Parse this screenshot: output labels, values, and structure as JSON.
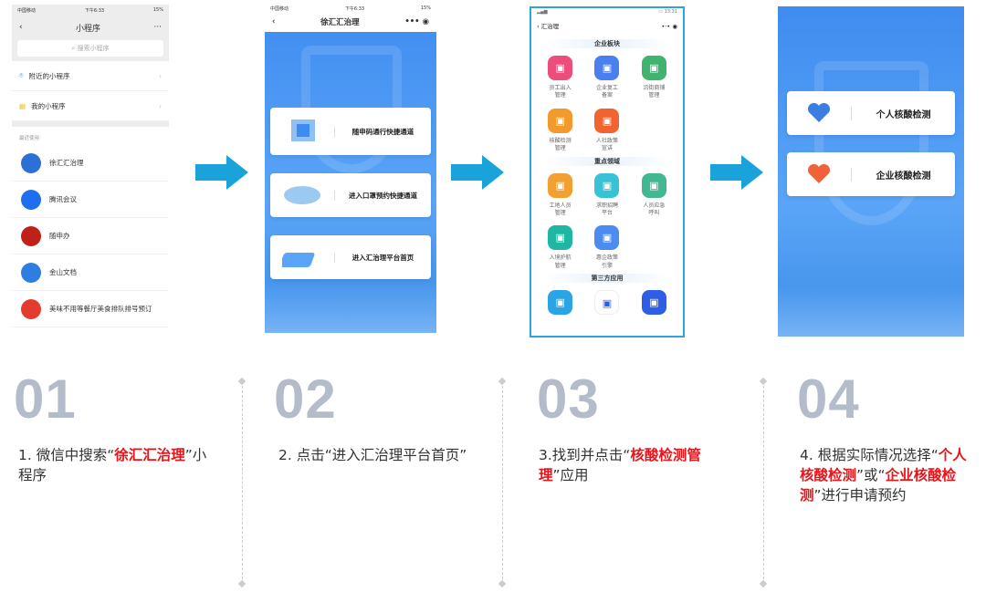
{
  "panel1": {
    "status": {
      "carrier": "中国移动",
      "time": "下午6:33",
      "battery": "15%"
    },
    "title": "小程序",
    "more": "···",
    "search_placeholder": "搜索小程序",
    "nearby": "附近的小程序",
    "mine": "我的小程序",
    "recent_label": "最近使用",
    "apps": [
      {
        "name": "徐汇汇治理",
        "color": "#2c6fd6"
      },
      {
        "name": "腾讯会议",
        "color": "#1f6ef0"
      },
      {
        "name": "随申办",
        "color": "#c0201a"
      },
      {
        "name": "金山文档",
        "color": "#2f7de1"
      },
      {
        "name": "美味不用等餐厅美食排队排号预订",
        "color": "#e33b2e"
      }
    ]
  },
  "panel2": {
    "status": {
      "carrier": "中国移动",
      "time": "下午6:33",
      "battery": "15%"
    },
    "title": "徐汇汇治理",
    "cards": [
      "随申码通行快捷通道",
      "进入口罩预约快捷通道",
      "进入汇治理平台首页"
    ]
  },
  "panel3": {
    "title": "汇治理",
    "time": "13:31",
    "sections": [
      {
        "title": "企业板块",
        "items": [
          {
            "label": "员工出入\n管理",
            "color": "#ec4d7a"
          },
          {
            "label": "企业复工\n备案",
            "color": "#4a7ff0"
          },
          {
            "label": "沿街商铺\n管理",
            "color": "#3fb36f"
          },
          {
            "label": "核酸检测\n管理",
            "color": "#f39a2c"
          },
          {
            "label": "人社政策\n宣讲",
            "color": "#f2642f"
          }
        ]
      },
      {
        "title": "重点领域",
        "items": [
          {
            "label": "工地人员\n管理",
            "color": "#f3a033"
          },
          {
            "label": "求职招聘\n平台",
            "color": "#37c3d4"
          },
          {
            "label": "人员应急\n呼叫",
            "color": "#41b891"
          },
          {
            "label": "入境护航\n管理",
            "color": "#1fb7a3"
          },
          {
            "label": "惠企政策\n引擎",
            "color": "#4c8bef"
          }
        ]
      },
      {
        "title": "第三方应用",
        "items": [
          {
            "label": "",
            "color": "#2ba4e6"
          },
          {
            "label": "",
            "color": "#ffffff"
          },
          {
            "label": "",
            "color": "#2f5ee6"
          }
        ]
      }
    ]
  },
  "panel4": {
    "cards": [
      {
        "label": "个人核酸检测",
        "color": "#3b7de0"
      },
      {
        "label": "企业核酸检测",
        "color": "#f0633a"
      }
    ]
  },
  "steps": [
    {
      "num": "01",
      "pre": "1. 微信中搜索“",
      "hl": "徐汇汇治理",
      "post": "”小程序"
    },
    {
      "num": "02",
      "pre": "2. 点击“进入汇治理平台首页”",
      "hl": "",
      "post": ""
    },
    {
      "num": "03",
      "pre": "3.找到并点击“",
      "hl": "核酸检测管理",
      "post": "”应用"
    },
    {
      "num": "04",
      "pre": "4. 根据实际情况选择“",
      "hl": "个人核酸检测",
      "mid": "”或“",
      "hl2": "企业核酸检测",
      "post": "”进行申请预约"
    }
  ],
  "colors": {
    "arrow": "#1aa3db",
    "highlight": "#e8141a",
    "number": "#b4bccb"
  }
}
